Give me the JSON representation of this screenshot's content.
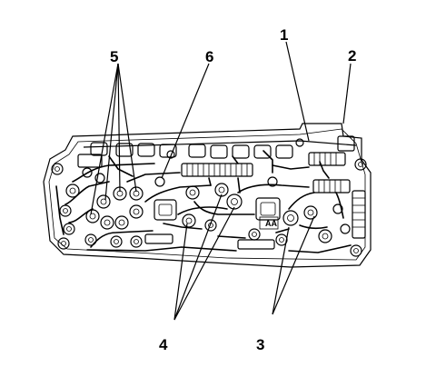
{
  "diagram": {
    "callouts": [
      {
        "id": "1",
        "label": "1"
      },
      {
        "id": "2",
        "label": "2"
      },
      {
        "id": "3",
        "label": "3"
      },
      {
        "id": "4",
        "label": "4"
      },
      {
        "id": "5",
        "label": "5"
      },
      {
        "id": "6",
        "label": "6"
      }
    ],
    "board_marking": "AA"
  }
}
